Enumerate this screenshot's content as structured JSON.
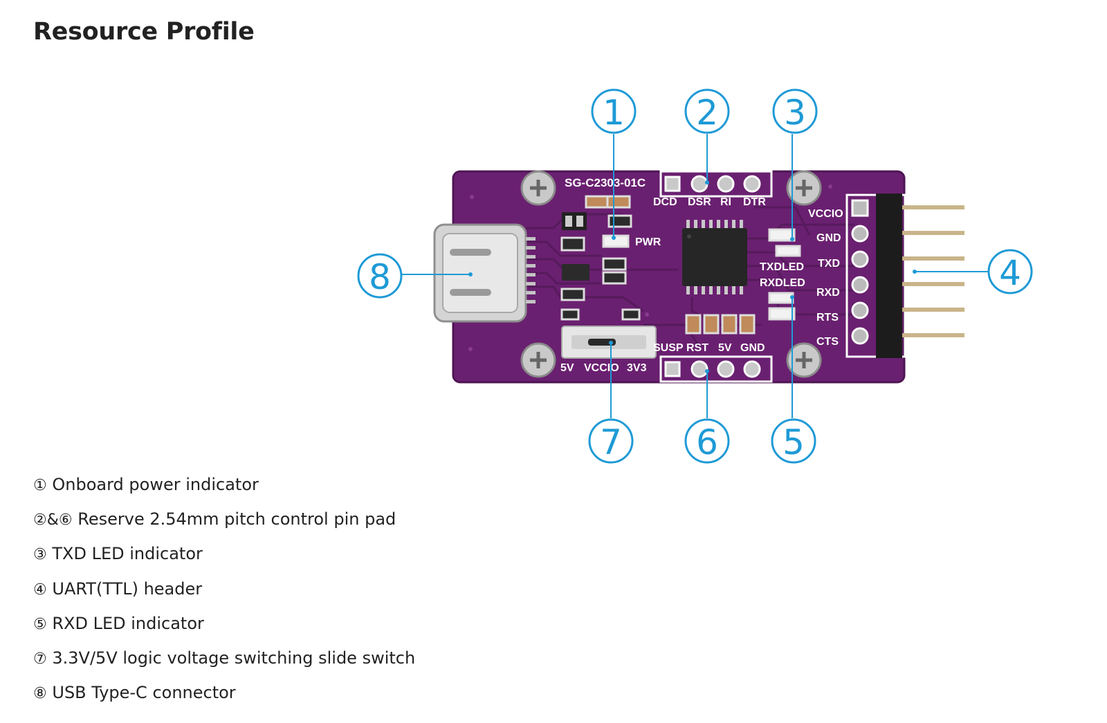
{
  "page": {
    "title": "Resource Profile"
  },
  "board": {
    "model": "SG-C2303-01C",
    "color": "#6a2070",
    "callout_color": "#1e9ad6",
    "top_pins": [
      "DCD",
      "DSR",
      "RI",
      "DTR"
    ],
    "bottom_pins": [
      "SUSP",
      "RST",
      "5V",
      "GND"
    ],
    "uart_pins": [
      "VCCIO",
      "GND",
      "TXD",
      "RXD",
      "RTS",
      "CTS"
    ],
    "switch_labels": [
      "5V",
      "VCCIO",
      "3V3"
    ],
    "pwr_label": "PWR",
    "txd_led_label": "TXDLED",
    "rxd_led_label": "RXDLED",
    "callouts": [
      "1",
      "2",
      "3",
      "4",
      "5",
      "6",
      "7",
      "8"
    ]
  },
  "resources": [
    {
      "marker": "①",
      "text": "Onboard power indicator"
    },
    {
      "marker": "②&⑥",
      "text": "Reserve 2.54mm pitch control pin pad"
    },
    {
      "marker": "③",
      "text": "TXD LED indicator"
    },
    {
      "marker": "④",
      "text": "UART(TTL) header"
    },
    {
      "marker": "⑤",
      "text": "RXD LED indicator"
    },
    {
      "marker": "⑦",
      "text": "3.3V/5V logic voltage switching slide switch"
    },
    {
      "marker": "⑧",
      "text": "USB Type-C connector"
    }
  ]
}
